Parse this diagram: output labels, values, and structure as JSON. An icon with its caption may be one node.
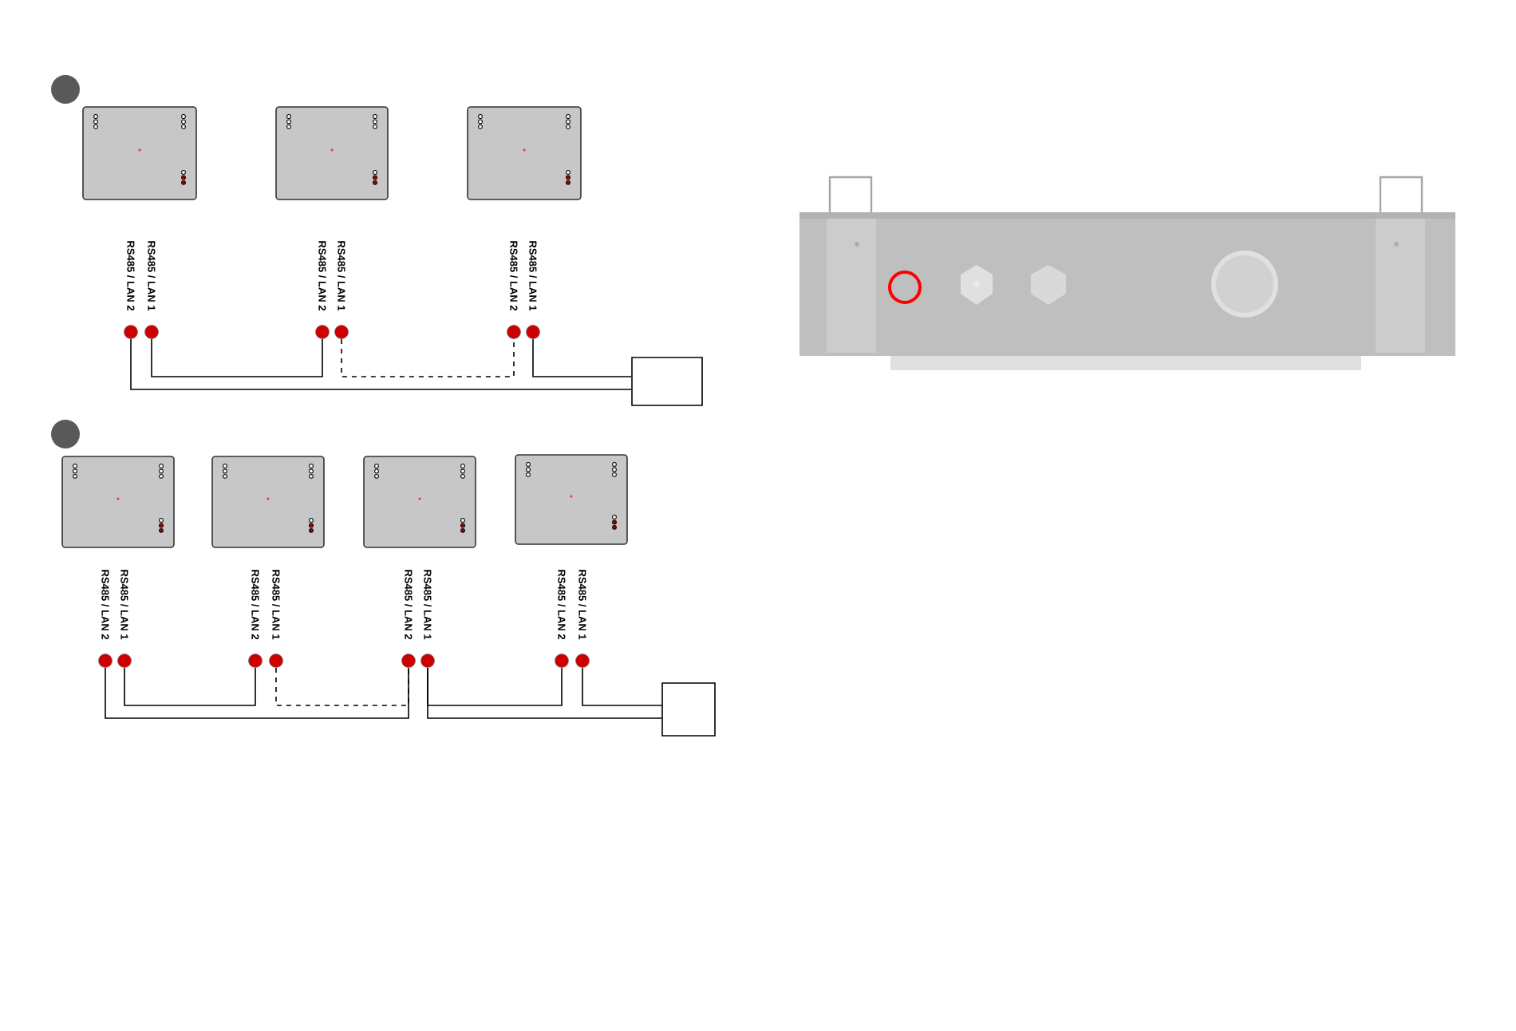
{
  "diagram": {
    "nodes": [
      {
        "text": [],
        "shape": "box"
      },
      {
        "text": [],
        "shape": "box"
      },
      {
        "text": [],
        "shape": "box"
      },
      {
        "text": [],
        "shape": "circle",
        "beside": [
          "RS485 / LAN 2"
        ]
      },
      {
        "text": [],
        "shape": "circle",
        "beside": [
          "RS485 / LAN 1"
        ]
      },
      {
        "text": [],
        "shape": "circle",
        "beside": [
          "RS485 / LAN 2"
        ]
      },
      {
        "text": [],
        "shape": "circle",
        "beside": [
          "RS485 / LAN 1"
        ]
      },
      {
        "text": [],
        "shape": "circle",
        "beside": [
          "RS485 / LAN 2"
        ]
      },
      {
        "text": [],
        "shape": "circle",
        "beside": [
          "RS485 / LAN 1"
        ]
      },
      {
        "text": [],
        "shape": "box"
      },
      {
        "text": [],
        "shape": "box"
      },
      {
        "text": [],
        "shape": "box"
      },
      {
        "text": [],
        "shape": "box"
      },
      {
        "text": [],
        "shape": "box"
      },
      {
        "text": [],
        "shape": "circle",
        "beside": [
          "RS485 / LAN 2"
        ]
      },
      {
        "text": [],
        "shape": "circle",
        "beside": [
          "RS485 / LAN 1"
        ]
      },
      {
        "text": [],
        "shape": "circle",
        "beside": [
          "RS485 / LAN 2"
        ]
      },
      {
        "text": [],
        "shape": "circle",
        "beside": [
          "RS485 / LAN 1"
        ]
      },
      {
        "text": [],
        "shape": "circle",
        "beside": [
          "RS485 / LAN 2"
        ]
      },
      {
        "text": [],
        "shape": "circle",
        "beside": [
          "RS485 / LAN 1"
        ]
      },
      {
        "text": [],
        "shape": "circle",
        "beside": [
          "RS485 / LAN 2"
        ]
      },
      {
        "text": [],
        "shape": "circle",
        "beside": [
          "RS485 / LAN 1"
        ]
      },
      {
        "text": [],
        "shape": "box"
      }
    ],
    "edges": [
      {
        "from": 4,
        "to": 5,
        "arrow": "none"
      },
      {
        "from": 6,
        "to": 7,
        "arrow": "none",
        "style": "dashed"
      },
      {
        "from": 8,
        "to": 9,
        "arrow": "none"
      },
      {
        "from": 3,
        "to": 9,
        "arrow": "none"
      },
      {
        "from": 15,
        "to": 16,
        "arrow": "none"
      },
      {
        "from": 17,
        "to": 18,
        "arrow": "none",
        "style": "dashed"
      },
      {
        "from": 20,
        "to": 19,
        "arrow": "none"
      },
      {
        "from": 21,
        "to": 22,
        "arrow": "none"
      },
      {
        "from": 14,
        "to": 18,
        "arrow": "none"
      },
      {
        "from": 19,
        "to": 22,
        "arrow": "none"
      }
    ]
  }
}
